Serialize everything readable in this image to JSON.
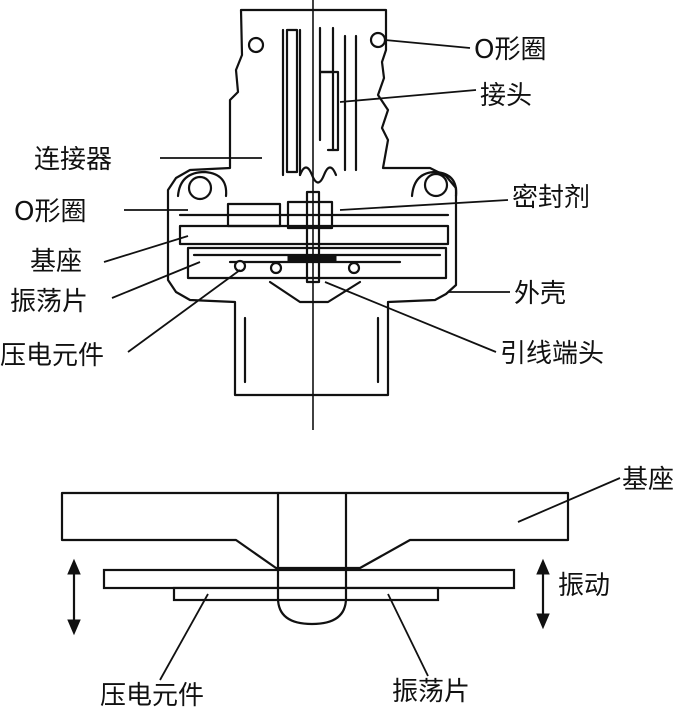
{
  "top_diagram": {
    "labels": {
      "o_ring_top": "O形圈",
      "connector_joint": "接头",
      "connector": "连接器",
      "o_ring_left": "O形圈",
      "sealant": "密封剂",
      "base": "基座",
      "vibrating_plate": "振荡片",
      "housing": "外壳",
      "piezo_element": "压电元件",
      "lead_terminal": "引线端头"
    }
  },
  "bottom_diagram": {
    "labels": {
      "base": "基座",
      "vibration": "振动",
      "piezo_element": "压电元件",
      "vibrating_plate": "振荡片"
    }
  }
}
